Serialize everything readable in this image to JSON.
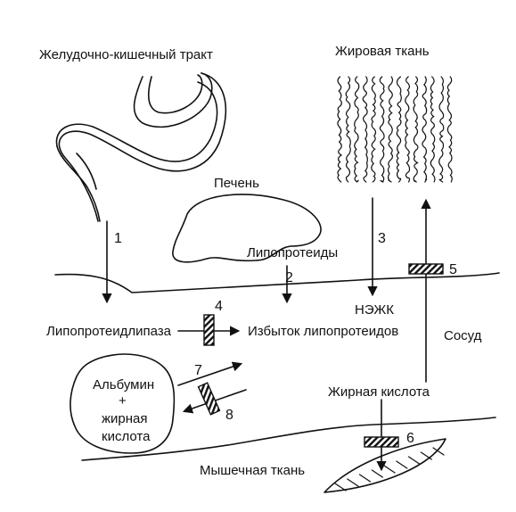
{
  "labels": {
    "gi_tract": "Желудочно-кишечный тракт",
    "adipose": "Жировая ткань",
    "liver": "Печень",
    "lipoproteins": "Липопротеиды",
    "nefa": "НЭЖК",
    "lipoprotein_lipase": "Липопротеидлипаза",
    "excess_lipoproteins": "Избыток липопротеидов",
    "vessel": "Сосуд",
    "albumin": "Альбумин",
    "plus": "+",
    "fatty": "жирная",
    "acid": "кислота",
    "fatty_acid": "Жирная кислота",
    "muscle": "Мышечная ткань"
  },
  "steps": [
    "1",
    "2",
    "3",
    "4",
    "5",
    "6",
    "7",
    "8"
  ],
  "colors": {
    "ink": "#111111",
    "background": "#ffffff"
  }
}
